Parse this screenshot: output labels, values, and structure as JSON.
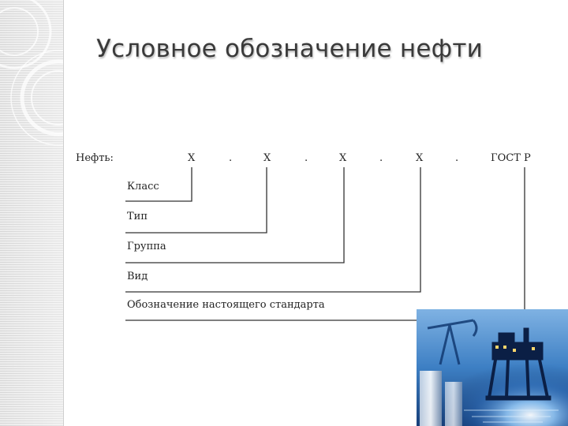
{
  "slide": {
    "title": "Условное обозначение нефти"
  },
  "diagram": {
    "prefix": "Нефть:",
    "slots": [
      "X",
      "X",
      "X",
      "X"
    ],
    "separator": ".",
    "standard": "ГОСТ Р",
    "labels": [
      "Класс",
      "Тип",
      "Группа",
      "Вид",
      "Обозначение настоящего стандарта"
    ]
  },
  "decor": {
    "sidebar_icon": "circle-arcs-icon",
    "photo_subject": "oil-platform-collage-image",
    "colors": {
      "title": "#3a3a3a",
      "lines": "#333333",
      "photo_blue": "#2f6fb4"
    }
  }
}
